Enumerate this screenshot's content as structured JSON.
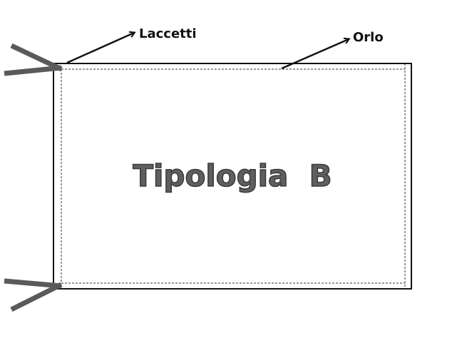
{
  "diagram": {
    "title": "Tipologia  B",
    "labels": {
      "ties": "Laccetti",
      "hem": "Orlo"
    },
    "colors": {
      "panel_border": "#111111",
      "dashed_hem": "#333333",
      "ties": "#5a5a5a",
      "title_fill": "#5f5f5f",
      "title_outline": "#3a3a3a",
      "arrows": "#111111"
    }
  }
}
